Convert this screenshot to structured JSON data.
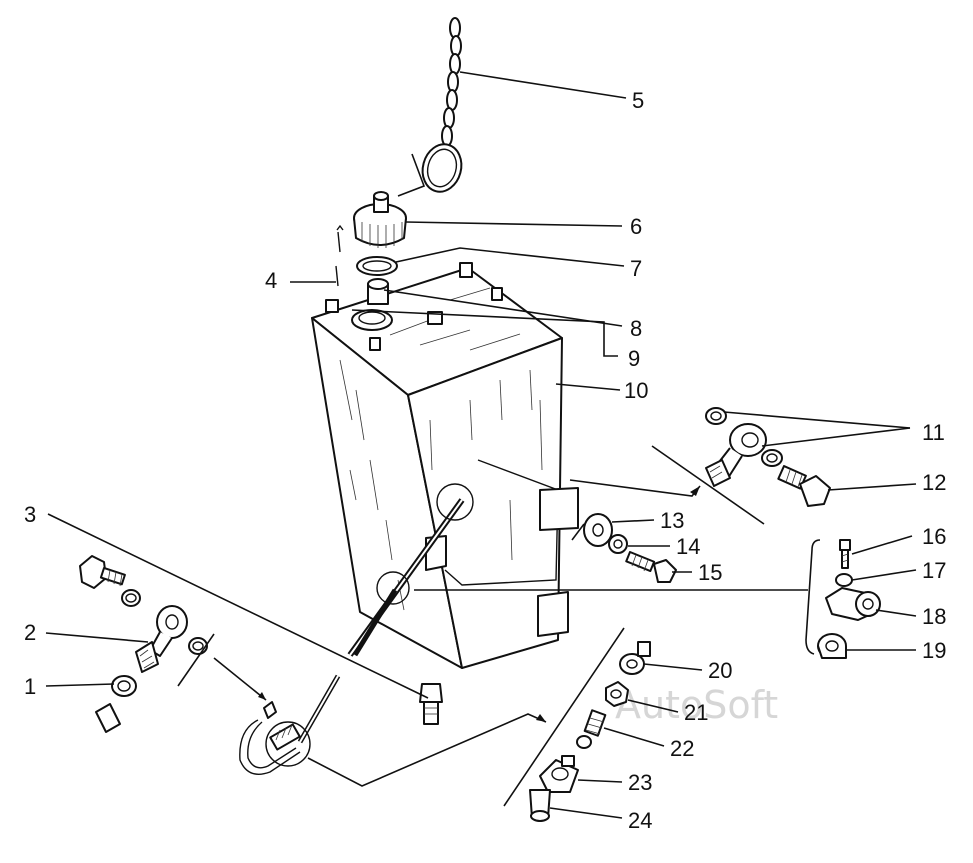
{
  "diagram": {
    "callouts": [
      "1",
      "2",
      "3",
      "4",
      "5",
      "6",
      "7",
      "8",
      "9",
      "10",
      "11",
      "12",
      "13",
      "14",
      "15",
      "16",
      "17",
      "18",
      "19",
      "20",
      "21",
      "22",
      "23",
      "24"
    ],
    "watermark": "AutoSoft"
  }
}
